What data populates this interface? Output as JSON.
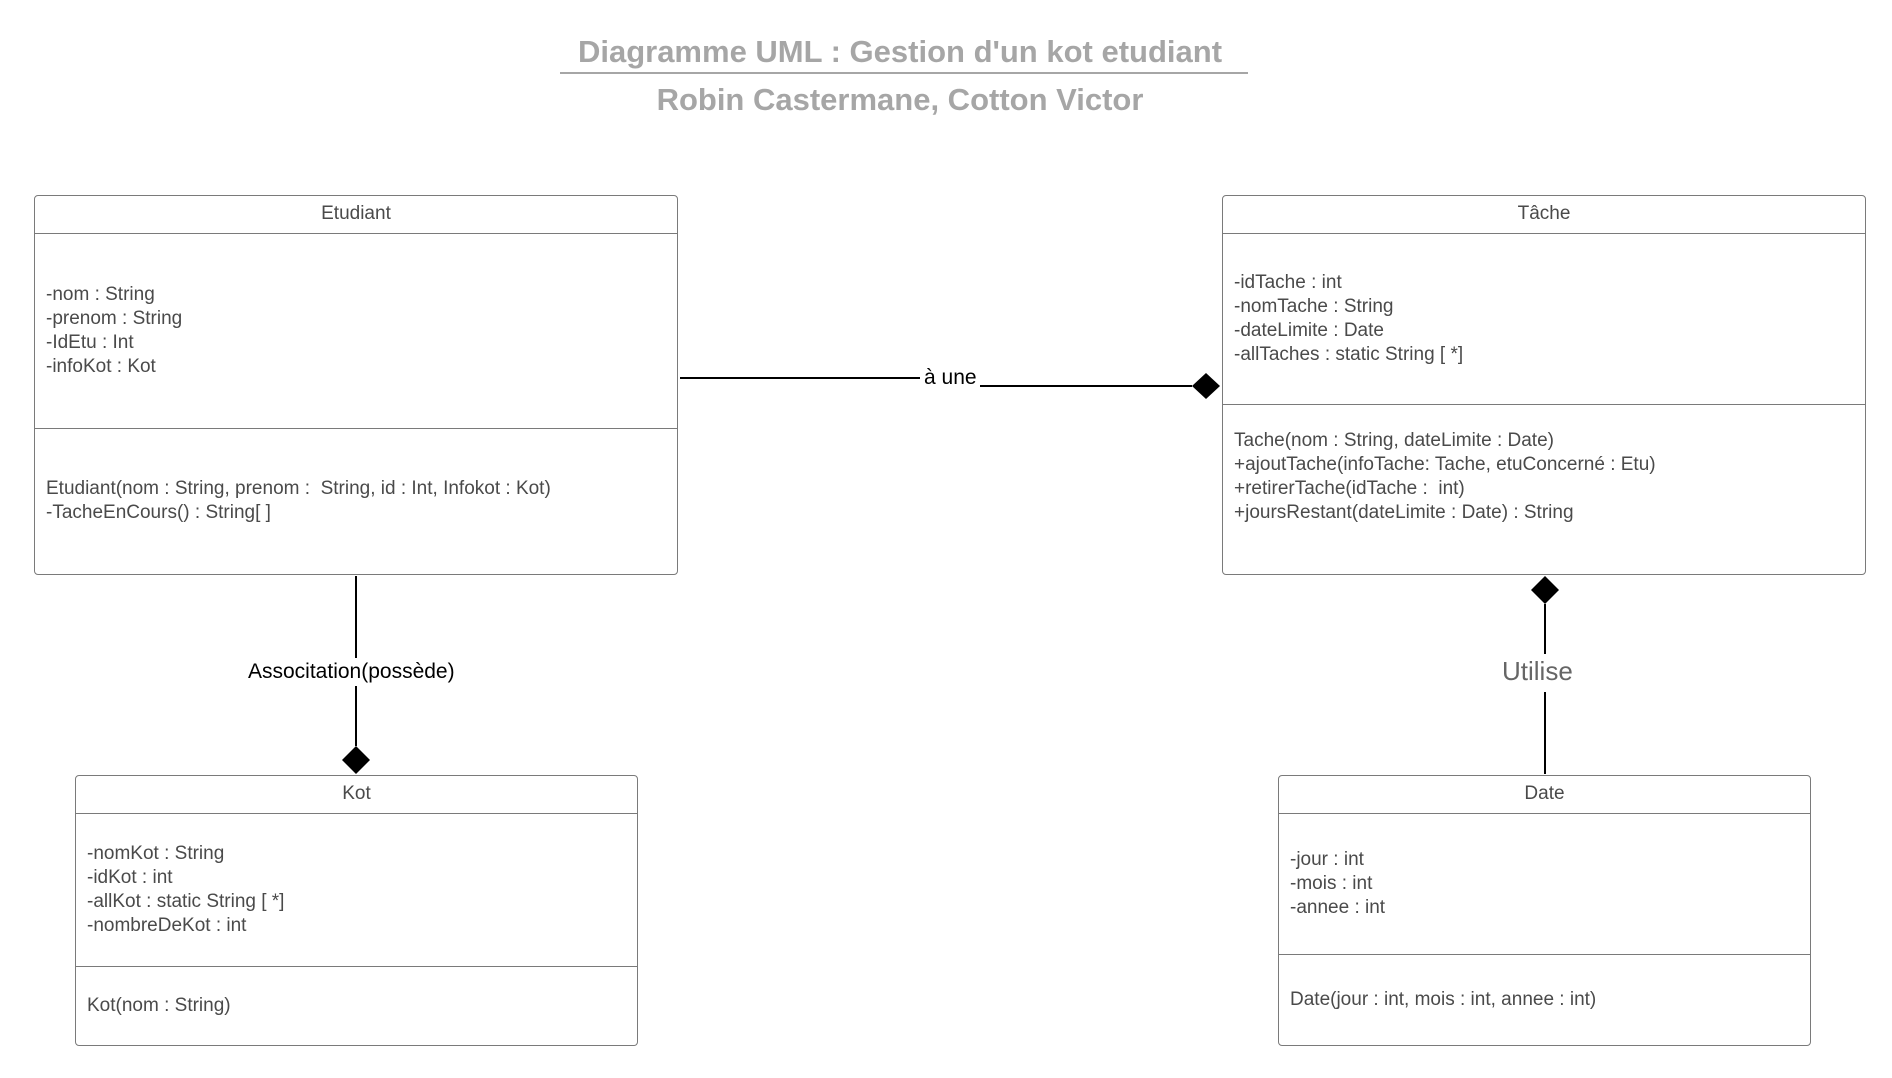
{
  "title": {
    "main": "Diagramme UML : Gestion d'un kot etudiant",
    "subtitle": "Robin Castermane, Cotton Victor"
  },
  "classes": {
    "etudiant": {
      "name": "Etudiant",
      "attributes": [
        "-nom : String",
        "-prenom : String",
        "-IdEtu : Int",
        "-infoKot : Kot"
      ],
      "methods": [
        "Etudiant(nom : String, prenom :  String, id : Int, Infokot : Kot)",
        "-TacheEnCours() : String[ ]"
      ]
    },
    "tache": {
      "name": "Tâche",
      "attributes": [
        "-idTache : int",
        "-nomTache : String",
        "-dateLimite : Date",
        "-allTaches : static String [ *]"
      ],
      "methods": [
        "Tache(nom : String, dateLimite : Date)",
        "+ajoutTache(infoTache: Tache, etuConcerné : Etu)",
        "+retirerTache(idTache :  int)",
        "+joursRestant(dateLimite : Date) : String"
      ]
    },
    "kot": {
      "name": "Kot",
      "attributes": [
        "-nomKot : String",
        "-idKot : int",
        "-allKot : static String [ *]",
        "-nombreDeKot : int"
      ],
      "methods": [
        "Kot(nom : String)"
      ]
    },
    "date": {
      "name": "Date",
      "attributes": [
        "-jour : int",
        "-mois : int",
        "-annee : int"
      ],
      "methods": [
        "Date(jour : int, mois : int, annee : int)"
      ]
    }
  },
  "relations": {
    "etudiant_tache": {
      "label": "à une",
      "type": "composition"
    },
    "etudiant_kot": {
      "label": "Associtation(possède)",
      "type": "composition"
    },
    "tache_date": {
      "label": "Utilise",
      "type": "composition"
    }
  }
}
